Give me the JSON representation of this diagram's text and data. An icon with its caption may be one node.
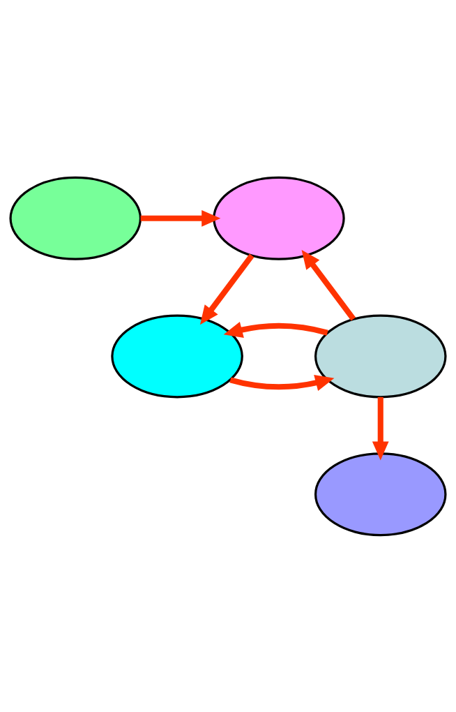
{
  "diagram": {
    "nodes": [
      {
        "text": [],
        "shape": "ellipse"
      },
      {
        "text": [],
        "shape": "ellipse"
      },
      {
        "text": [],
        "shape": "ellipse"
      },
      {
        "text": [],
        "shape": "ellipse"
      },
      {
        "text": [],
        "shape": "ellipse"
      }
    ],
    "edges": [
      {
        "from": 0,
        "to": 1,
        "arrow": "to"
      },
      {
        "from": 1,
        "to": 3,
        "arrow": "to"
      },
      {
        "from": 2,
        "to": 1,
        "arrow": "to"
      },
      {
        "from": 3,
        "to": 2,
        "arrow": "to"
      },
      {
        "from": 2,
        "to": 3,
        "arrow": "to"
      },
      {
        "from": 2,
        "to": 4,
        "arrow": "to"
      }
    ]
  }
}
